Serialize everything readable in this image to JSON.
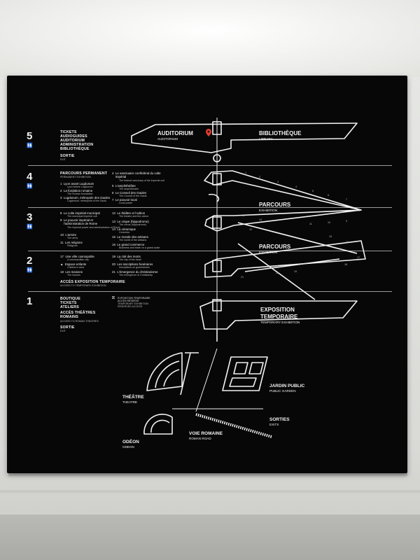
{
  "floors": [
    {
      "number": "5",
      "lines": [
        "TICKETS",
        "AUDIOGUIDES",
        "AUDITORIUM",
        "ADMINISTRATION",
        "BIBLIOTHÈQUE"
      ],
      "extra": "SORTIE",
      "extra_sub": "EXIT"
    },
    {
      "number": "4",
      "title": "PARCOURS PERMANENT",
      "subtitle": "PERMANENT EXHIBITION",
      "items": [
        {
          "n": "1",
          "t": "Lyon avant Lugdunum",
          "s": "Lyon before Lugdunum"
        },
        {
          "n": "2",
          "t": "La fondation romaine",
          "s": "The Roman foundation"
        },
        {
          "n": "3",
          "t": "Lugdunum, métropole des Gaules",
          "s": "Lugdunum, metropolis of the Gauls"
        },
        {
          "n": "4",
          "t": "Le sanctuaire confédéral du culte impérial",
          "s": "The federal sanctuary of the imperial cult"
        },
        {
          "n": "5",
          "t": "L'amphithéâtre",
          "s": "The amphitheatre"
        },
        {
          "n": "6",
          "t": "Le Conseil des Gaules",
          "s": "The Council of the Gauls"
        },
        {
          "n": "7",
          "t": "Le pouvoir local",
          "s": "Local power"
        }
      ]
    },
    {
      "number": "3",
      "items": [
        {
          "n": "8",
          "t": "Le culte impérial municipal",
          "s": "The municipal imperial cult"
        },
        {
          "n": "9",
          "t": "Le pouvoir impérial et l'administration de Rome",
          "s": "The imperial power and administration of Rome"
        },
        {
          "n": "10",
          "t": "L'armée",
          "s": "The army"
        },
        {
          "n": "11",
          "t": "Les religions",
          "s": "Religions"
        },
        {
          "n": "12",
          "t": "Le théâtre et l'odéon",
          "s": "The theatre and the odeon"
        },
        {
          "n": "13",
          "t": "Le cirque (hippodrome)",
          "s": "The circus (hippodrome)"
        },
        {
          "n": "14",
          "t": "La céramique",
          "s": "Ceramics"
        },
        {
          "n": "15",
          "t": "Le monde des artisans",
          "s": "The world of the artisans"
        },
        {
          "n": "16",
          "t": "Le grand commerce",
          "s": "Business and trade on a grand scale"
        }
      ]
    },
    {
      "number": "2",
      "items": [
        {
          "n": "17",
          "t": "Une ville cosmopolite",
          "s": "A cosmopolitan city"
        },
        {
          "n": "▲",
          "t": "Espace enfants",
          "s": "Children's area"
        },
        {
          "n": "18",
          "t": "Les maisons",
          "s": "The houses"
        },
        {
          "n": "19",
          "t": "La cité des morts",
          "s": "The city of the dead"
        },
        {
          "n": "20",
          "t": "Les inscriptions funéraires",
          "s": "Inscriptions on gravestones"
        },
        {
          "n": "21",
          "t": "L'émergence du christianisme",
          "s": "The emergence of Christianity"
        }
      ],
      "access": "ACCÈS EXPOSITION TEMPORAIRE",
      "access_sub": "ACCESS TO TEMPORARY EXHIBITION"
    },
    {
      "number": "1",
      "lines": [
        "BOUTIQUE",
        "TICKETS",
        "ATELIERS"
      ],
      "access": "ACCÈS THÉÂTRES ROMAINS",
      "access_sub": "ACCESS TO ROMAN THEATRES",
      "extra": "SORTIE",
      "extra_sub": "EXIT",
      "note": [
        "EXPOSITION TEMPORAIRE",
        "ACCÈS RÉSERVÉ",
        "TEMPORARY EXHIBITION",
        "RESERVED ACCESS"
      ]
    }
  ],
  "map_labels": {
    "auditorium": "AUDITORIUM",
    "auditorium_sub": "AUDITORIUM",
    "bibliotheque": "BIBLIOTHÈQUE",
    "bibliotheque_sub": "LIBRARY",
    "parcours": "PARCOURS",
    "parcours_sub": "EXHIBITION",
    "expo": "EXPOSITION",
    "expo2": "TEMPORAIRE",
    "expo_sub": "TEMPORARY EXHIBITION",
    "theatre": "THÉÂTRE",
    "theatre_sub": "THEATRE",
    "odeon": "ODÉON",
    "odeon_sub": "ODEON",
    "voie": "VOIE ROMAINE",
    "voie_sub": "ROMAN ROAD",
    "jardin": "JARDIN PUBLIC",
    "jardin_sub": "PUBLIC GARDEN",
    "sorties": "SORTIES",
    "sorties_sub": "EXITS"
  },
  "route_numbers_upper": [
    "1",
    "2",
    "3",
    "4",
    "5",
    "6",
    "7",
    "8"
  ],
  "route_numbers_mid": [
    "9",
    "10",
    "11",
    "12",
    "13",
    "14",
    "15",
    "16"
  ],
  "route_numbers_lower": [
    "17",
    "18",
    "19",
    "20",
    "21"
  ],
  "colors": {
    "panel": "#070707",
    "line": "#f2f2f2",
    "pin": "#e23b2e"
  }
}
